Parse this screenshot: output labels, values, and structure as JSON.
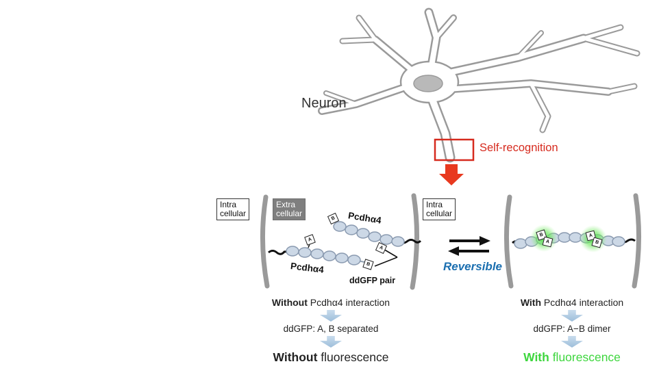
{
  "neuron": {
    "label": "Neuron",
    "self_recognition": "Self-recognition"
  },
  "membrane_labels": {
    "intra": {
      "line1": "Intra",
      "line2": "cellular"
    },
    "extra": {
      "line1": "Extra",
      "line2": "cellular"
    }
  },
  "proteins": {
    "pcdha4": "Pcdhα4",
    "ddgfp_pair": "ddGFP pair",
    "tag_a": "A",
    "tag_b": "B"
  },
  "reversible_label": "Reversible",
  "flows": {
    "left": {
      "interaction_bold": "Without",
      "interaction_rest": " Pcdhα4 interaction",
      "state": "ddGFP: A, B separated",
      "result_bold": "Without",
      "result_rest": " fluorescence"
    },
    "right": {
      "interaction_bold": "With",
      "interaction_rest": " Pcdhα4 interaction",
      "state": "ddGFP: A−B dimer",
      "result_bold": "With",
      "result_rest": " fluorescence"
    }
  },
  "colors": {
    "red": "#d62a1e",
    "blue": "#1b6fb0",
    "green": "#3ed63e",
    "membrane_gray": "#9a9a9a",
    "domain_fill": "#ccd8e6",
    "flow_arrow": "#a9c6e3"
  }
}
